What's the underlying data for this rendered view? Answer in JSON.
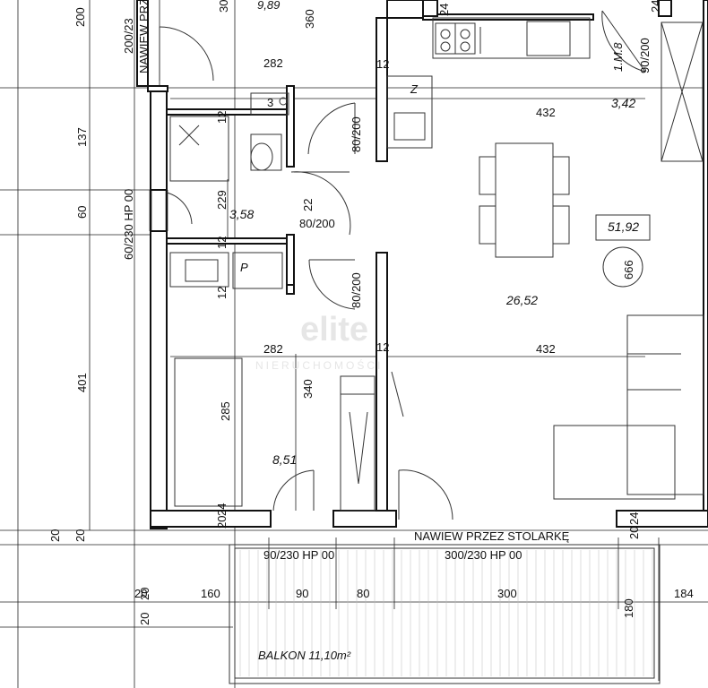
{
  "watermark": {
    "brand": "elite",
    "sub": "NIERUCHOMOŚCI"
  },
  "top_labels": {
    "dim_200_left": "200",
    "window_200_23": "200/23",
    "nawiew_top": "NAWIEW PRZ",
    "area_top": "9,89",
    "dim_360": "360",
    "dim_30": "30",
    "dim_24_top": "24",
    "dim_24_right": "24",
    "dim_12_top": "12"
  },
  "room_labels": {
    "code": "1.M.8",
    "window_90_200": "90/200",
    "total_area": "51,92",
    "living_area": "26,52",
    "bath_area": "3,58",
    "bedroom_area": "8,51",
    "hall_area": "3,42"
  },
  "dimensions": {
    "d282_top": "282",
    "d432_top": "432",
    "d432_mid": "432",
    "d282_mid": "282",
    "d137": "137",
    "d60": "60",
    "d401": "401",
    "d229": "229",
    "d22": "22",
    "d12a": "12",
    "d12b": "12",
    "d12c": "12",
    "d12d": "12",
    "d285": "285",
    "d340": "340",
    "d20a": "20",
    "d24a": "24",
    "d20b": "20",
    "d24b": "24",
    "d20_left1": "20",
    "d20_left2": "20",
    "d20_left3": "20",
    "d20_left4": "20",
    "d180": "180",
    "d666": "666"
  },
  "doors": {
    "door_80_200_a": "80/200",
    "door_80_200_b": "80/200",
    "door_80_200_c": "80/200",
    "window_60_230": "60/230 HP 00",
    "window_90_230": "90/230 HP 00",
    "window_300_230": "300/230 HP 00",
    "nawiew_balcony": "NAWIEW PRZEZ STOLARKĘ"
  },
  "fixtures": {
    "fridge": "Z",
    "washer": "P",
    "counter_3": "3"
  },
  "bottom_dims": {
    "d20": "20",
    "d160": "160",
    "d90": "90",
    "d80": "80",
    "d300": "300",
    "d184": "184"
  },
  "balcony": {
    "label": "BALKON 11,10m²"
  }
}
